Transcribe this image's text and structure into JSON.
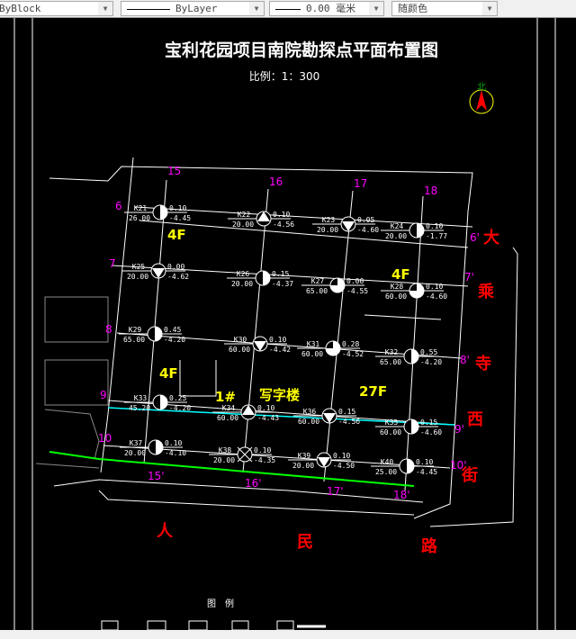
{
  "toolbar": {
    "linetype": "ByBlock",
    "lineweight_layer": "ByLayer",
    "lineweight": "0.00 毫米",
    "color": "随颜色"
  },
  "drawing": {
    "title": "宝利花园项目南院勘探点平面布置图",
    "scale": "比例：1：300",
    "north_label": "北",
    "legend_title": "图　例",
    "colors": {
      "grid": "#ff00ff",
      "road": "#ff0000",
      "building": "#ffff00",
      "section": "#00ff00",
      "cyan": "#00ffff"
    },
    "grid_top": [
      "15",
      "16",
      "17",
      "18"
    ],
    "grid_left": [
      "6",
      "7",
      "8",
      "9",
      "10"
    ],
    "grid_right": [
      "6'",
      "7'",
      "8'",
      "9'",
      "10'"
    ],
    "grid_bottom": [
      "15'",
      "16'",
      "17'",
      "18'"
    ],
    "road_right": [
      "大",
      "乘",
      "寺",
      "西",
      "街"
    ],
    "road_bottom": [
      "人",
      "民",
      "路"
    ],
    "buildings": [
      "4F",
      "4F",
      "4F",
      "1#",
      "写字楼",
      "27F"
    ],
    "boreholes": [
      {
        "id": "K21",
        "depth": "26.00",
        "top": "0.10",
        "bottom": "-4.45",
        "sym": "half"
      },
      {
        "id": "K22",
        "depth": "20.00",
        "top": "0.10",
        "bottom": "-4.56",
        "sym": "up"
      },
      {
        "id": "K23",
        "depth": "20.00",
        "top": "0.05",
        "bottom": "-4.60",
        "sym": "down"
      },
      {
        "id": "K24",
        "depth": "20.00",
        "top": "0.10",
        "bottom": "-1.77",
        "sym": "half"
      },
      {
        "id": "K25",
        "depth": "20.00",
        "top": "0.00",
        "bottom": "-4.62",
        "sym": "down"
      },
      {
        "id": "K26",
        "depth": "20.00",
        "top": "0.15",
        "bottom": "-4.37",
        "sym": "half"
      },
      {
        "id": "K27",
        "depth": "65.00",
        "top": "0.00",
        "bottom": "-4.55",
        "sym": "quarter"
      },
      {
        "id": "K28",
        "depth": "60.00",
        "top": "0.10",
        "bottom": "-4.60",
        "sym": "quarter"
      },
      {
        "id": "K29",
        "depth": "65.00",
        "top": "0.45",
        "bottom": "-4.20",
        "sym": "half"
      },
      {
        "id": "K30",
        "depth": "60.00",
        "top": "0.10",
        "bottom": "-4.42",
        "sym": "down"
      },
      {
        "id": "K31",
        "depth": "60.00",
        "top": "0.28",
        "bottom": "-4.52",
        "sym": "quarter"
      },
      {
        "id": "K32",
        "depth": "65.00",
        "top": "0.55",
        "bottom": "-4.20",
        "sym": "half"
      },
      {
        "id": "K33",
        "depth": "45.20",
        "top": "0.25",
        "bottom": "-4.20",
        "sym": "half"
      },
      {
        "id": "K34",
        "depth": "60.00",
        "top": "0.10",
        "bottom": "-4.43",
        "sym": "up"
      },
      {
        "id": "K36",
        "depth": "60.00",
        "top": "0.15",
        "bottom": "-4.56",
        "sym": "down"
      },
      {
        "id": "K35",
        "depth": "60.00",
        "top": "0.15",
        "bottom": "-4.60",
        "sym": "half"
      },
      {
        "id": "K37",
        "depth": "20.00",
        "top": "0.10",
        "bottom": "-4.10",
        "sym": "half"
      },
      {
        "id": "K38",
        "depth": "20.00",
        "top": "0.10",
        "bottom": "-4.35",
        "sym": "cross"
      },
      {
        "id": "K39",
        "depth": "20.00",
        "top": "0.10",
        "bottom": "-4.50",
        "sym": "down"
      },
      {
        "id": "K40",
        "depth": "25.00",
        "top": "0.10",
        "bottom": "-4.45",
        "sym": "half"
      }
    ]
  }
}
